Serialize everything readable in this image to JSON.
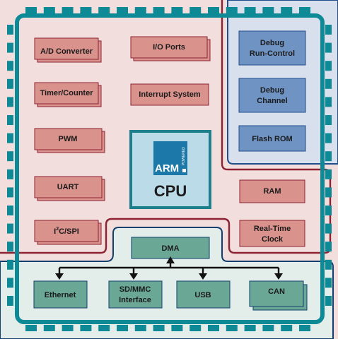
{
  "colors": {
    "chip_border": "#0e8a97",
    "pins": "#0e8a97",
    "peripheral_region": "#f3dede",
    "peripheral_outline": "#8b2332",
    "debug_region": "#d8dfed",
    "debug_outline": "#1f4e8c",
    "bus_region": "#e3eeea",
    "bus_outline": "#123f6e",
    "peripheral_box": "#d9928c",
    "debug_box": "#6f93c3",
    "bus_box": "#6aa794",
    "cpu_box": "#bcdbe8",
    "cpu_border": "#1e7f8c",
    "arm_logo": "#1b78a8"
  },
  "peripherals": {
    "adc": "A/D Converter",
    "io_ports": "I/O Ports",
    "timer": "Timer/Counter",
    "interrupt": "Interrupt System",
    "pwm": "PWM",
    "uart": "UART",
    "i2c_main": "I",
    "i2c_sup": "2",
    "i2c_rest": "C/SPI",
    "ram": "RAM",
    "rtc_line1": "Real-Time",
    "rtc_line2": "Clock"
  },
  "debug": {
    "run_control_line1": "Debug",
    "run_control_line2": "Run-Control",
    "channel_line1": "Debug",
    "channel_line2": "Channel",
    "flash": "Flash ROM"
  },
  "cpu": {
    "arm": "ARM",
    "powered": "POWERED",
    "label": "CPU"
  },
  "bus": {
    "dma": "DMA",
    "ethernet": "Ethernet",
    "sdmmc_line1": "SD/MMC",
    "sdmmc_line2": "Interface",
    "usb": "USB",
    "can": "CAN"
  }
}
